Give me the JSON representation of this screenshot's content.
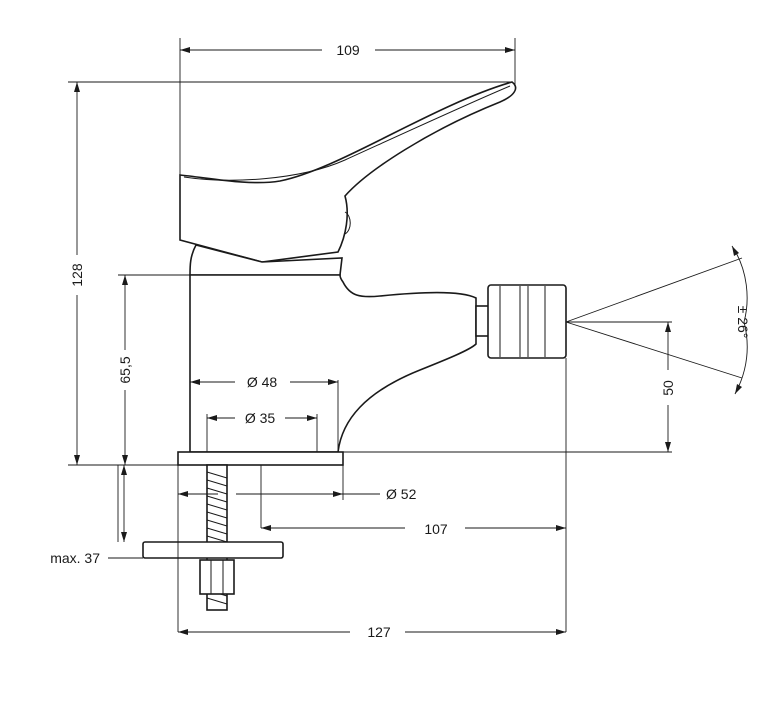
{
  "dimensions": {
    "top_width": "109",
    "total_height": "128",
    "body_height": "65,5",
    "dia_48": "Ø 48",
    "dia_35": "Ø 35",
    "dia_52": "Ø 52",
    "spout_reach": "107",
    "base_to_nozzle": "127",
    "nozzle_height": "50",
    "max_thickness": "max. 37",
    "swivel_angle": "± 26°"
  }
}
